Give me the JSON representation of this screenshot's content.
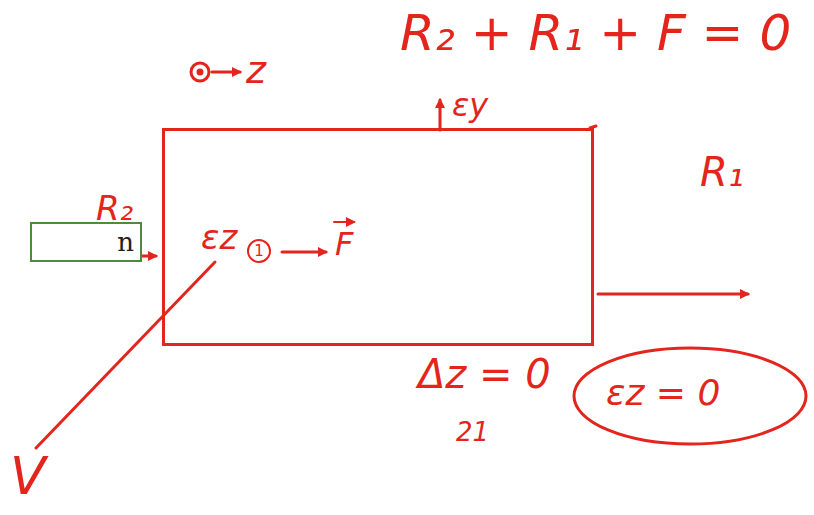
{
  "diagram": {
    "nodes": [
      {
        "text": [
          "n"
        ]
      },
      {
        "text": [
          "εz",
          "1",
          "F"
        ]
      }
    ],
    "labels": [
      "R₂ + R₁ + F = 0",
      "z",
      "εy",
      "R₂",
      "R₁",
      "Δz = 0",
      "εz = 0",
      "21",
      "V"
    ]
  }
}
